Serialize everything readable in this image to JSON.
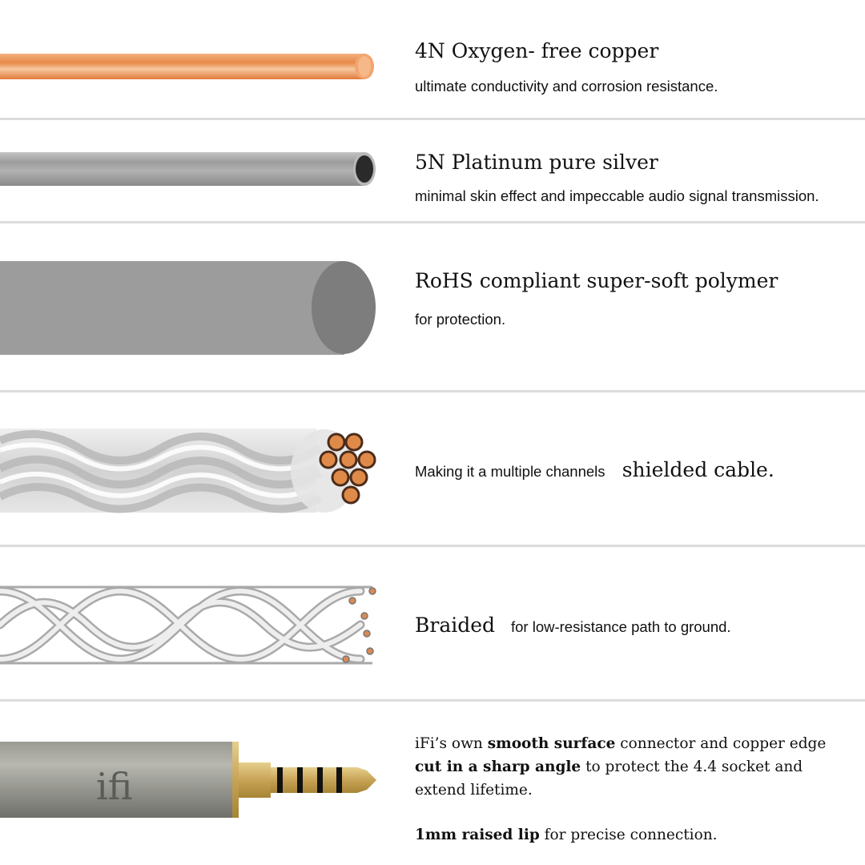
{
  "rows": [
    {
      "title": "4N Oxygen- free copper",
      "desc": "ultimate conductivity and corrosion resistance.",
      "icon": "copper-wire-icon"
    },
    {
      "title": "5N Platinum pure silver",
      "desc": "minimal skin effect and impeccable audio signal transmission.",
      "icon": "silver-tube-icon"
    },
    {
      "title": "RoHS compliant super-soft polymer",
      "desc": "for protection.",
      "icon": "polymer-jacket-icon"
    },
    {
      "lead": "Making it a multiple channels",
      "title": "shielded cable.",
      "icon": "twisted-cable-icon"
    },
    {
      "title": "Braided",
      "desc": "for low-resistance path to ground.",
      "icon": "braided-shield-icon"
    },
    {
      "connector": {
        "t1": "iFi’s own ",
        "b1": "smooth surface",
        "t2": " connector and copper edge ",
        "b2": "cut in a sharp angle",
        "t3": " to protect the 4.4 socket and extend lifetime.",
        "b3": "1mm raised lip",
        "t4": " for precise connection.",
        "logo": "ifi"
      },
      "icon": "connector-plug-icon"
    }
  ],
  "colors": {
    "copper": "#e58a4e",
    "silver": "#9a9a9a",
    "polymer": "#9b9b9b",
    "divider": "#dcdcdc",
    "brass": "#c8a85a"
  }
}
